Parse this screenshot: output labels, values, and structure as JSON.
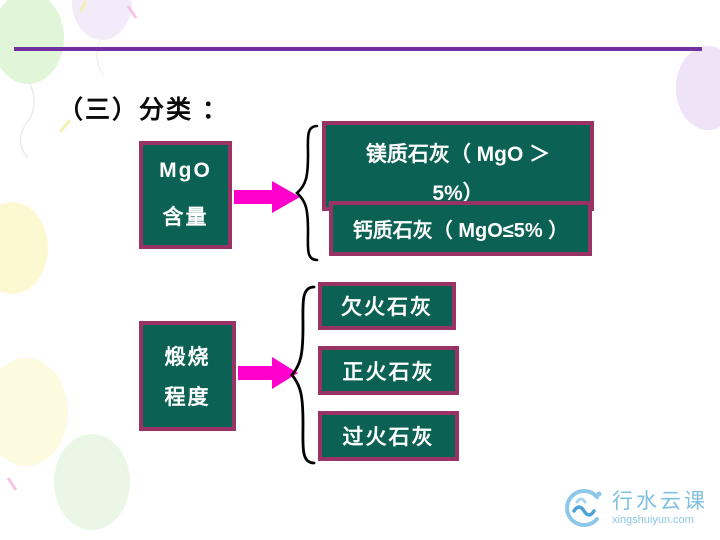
{
  "slide": {
    "title": "（三）分类 ："
  },
  "group1": {
    "source_line1": "MgO",
    "source_line2": "含量",
    "item1_line1": "镁质石灰（ MgO ＞",
    "item1_line2": "5%）",
    "item2": "钙质石灰（ MgO≤5% ）"
  },
  "group2": {
    "source_line1": "煅烧",
    "source_line2": "程度",
    "items": [
      "欠火石灰",
      "正火石灰",
      "过火石灰"
    ]
  },
  "watermark": {
    "brand": "行水云课",
    "domain": "xingshuiyun.com"
  },
  "colors": {
    "box_fill": "#0b6153",
    "box_border": "#993366",
    "arrow": "#ff00cc",
    "line": "#7030a0",
    "watermark": "#7fc0e2"
  }
}
